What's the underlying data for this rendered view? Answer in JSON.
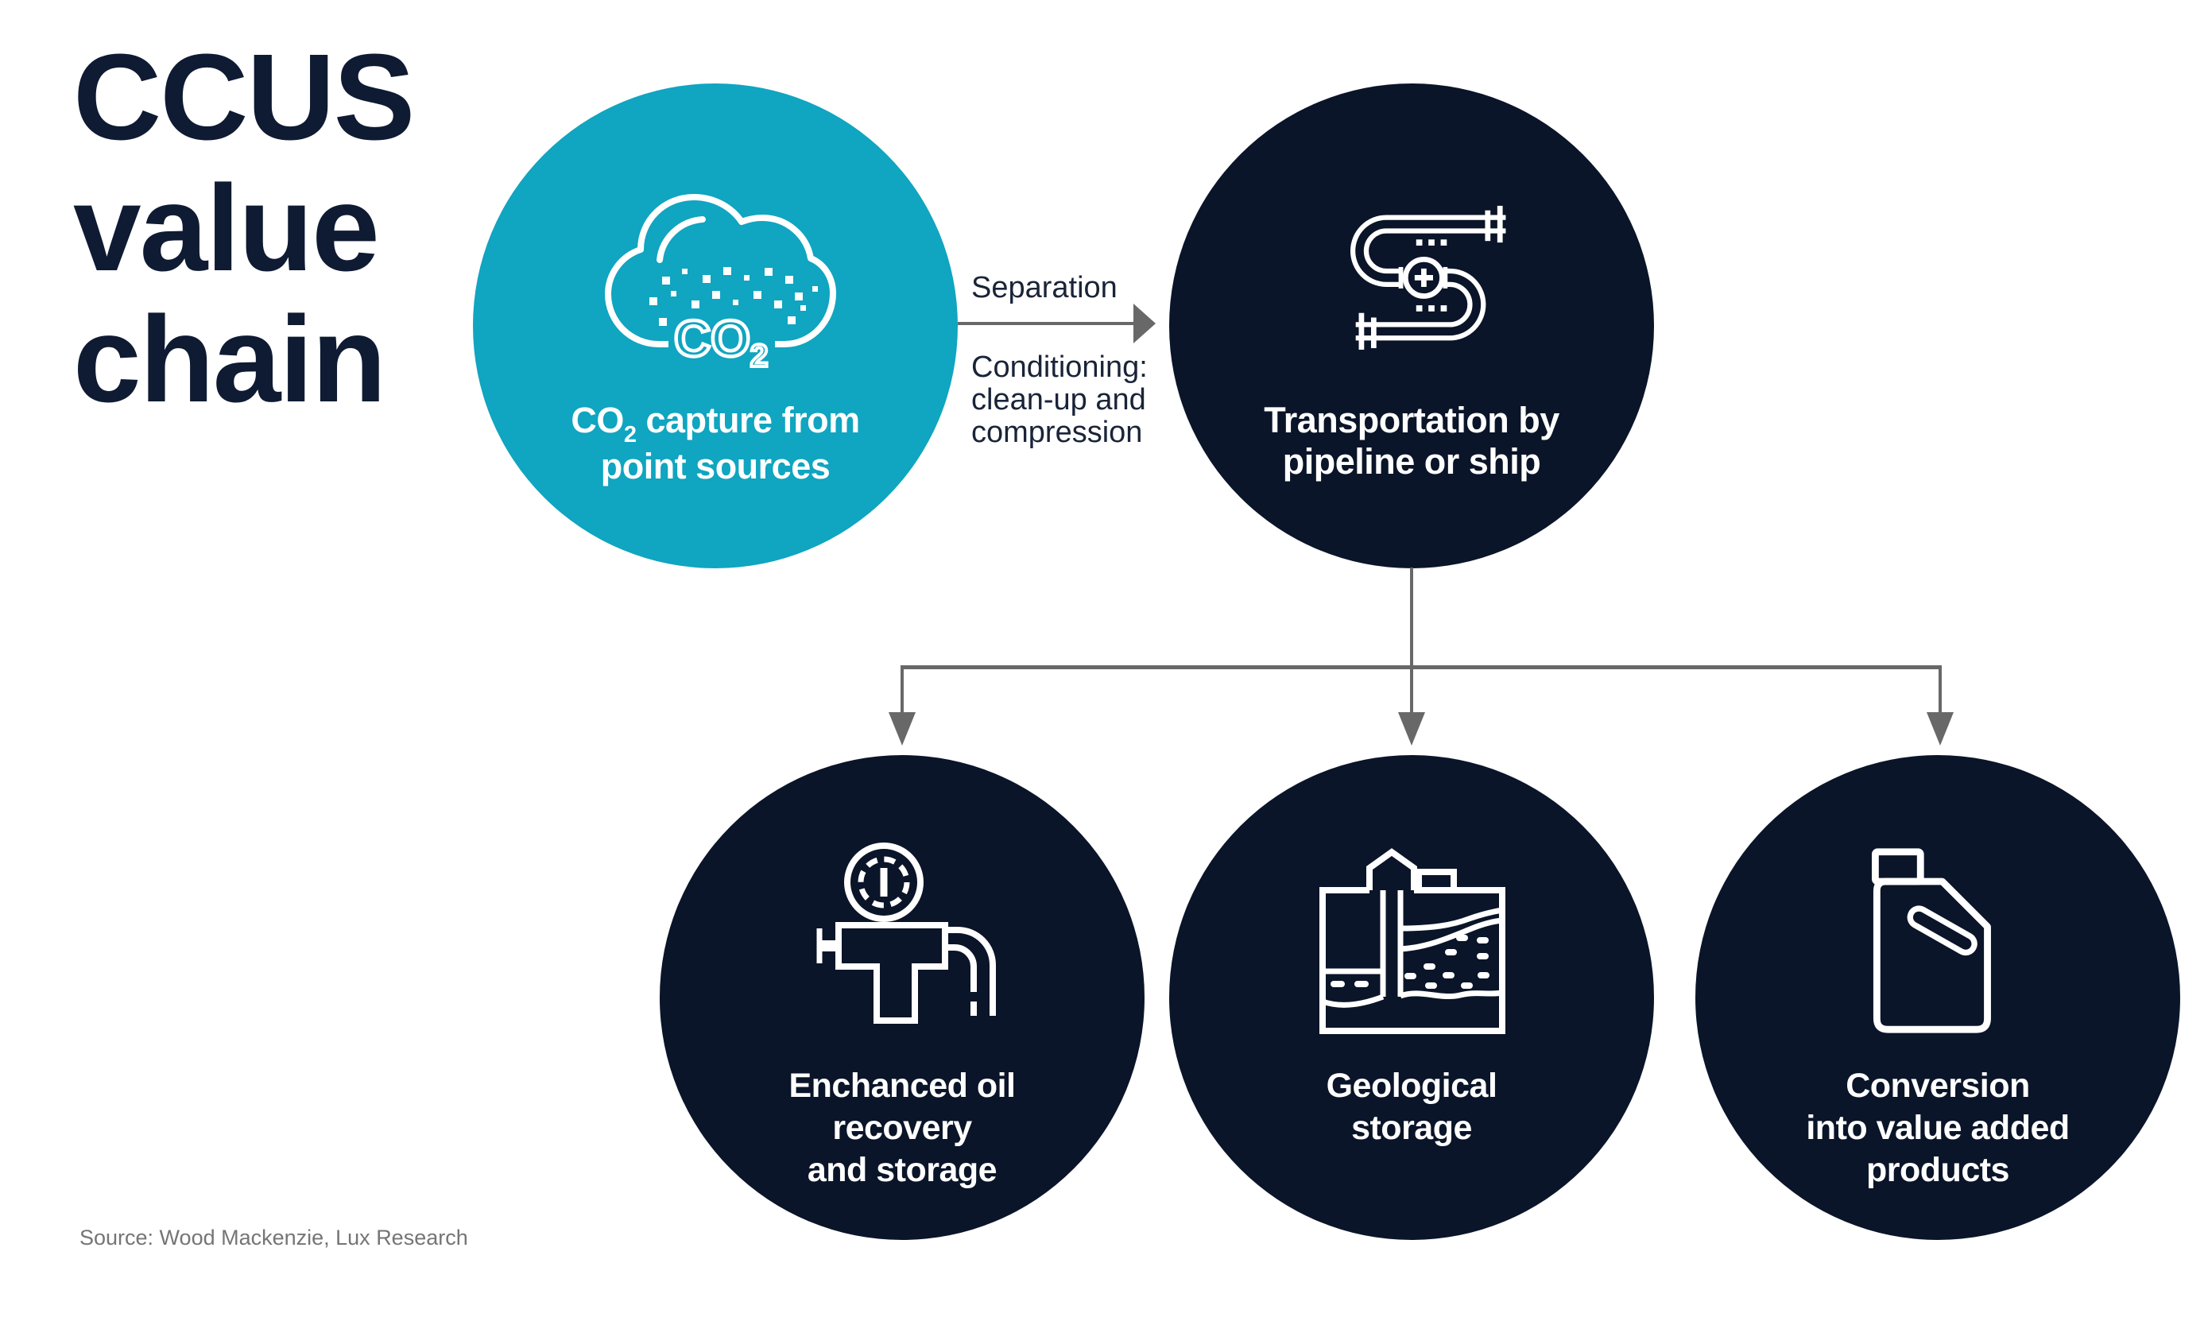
{
  "title": {
    "line1": "CCUS",
    "line2": "value",
    "line3": "chain"
  },
  "flow": {
    "step1_label": "Separation",
    "step2_line1": "Conditioning:",
    "step2_line2": "clean-up and",
    "step2_line3": "compression"
  },
  "nodes": {
    "capture": {
      "co": "CO",
      "sub": "2",
      "rest": " capture from",
      "line2": "point sources",
      "icon_co": "CO",
      "icon_sub": "2"
    },
    "transport": {
      "line1": "Transportation by",
      "line2": "pipeline or ship"
    },
    "eor": {
      "line1": "Enchanced oil",
      "line2": "recovery",
      "line3": "and storage"
    },
    "geo": {
      "line1": "Geological",
      "line2": "storage"
    },
    "conversion": {
      "line1": "Conversion",
      "line2": "into value added",
      "line3": "products"
    }
  },
  "icons": {
    "capture": "co2-cloud-icon",
    "transport": "pipeline-icon",
    "eor": "oil-wellhead-gauge-icon",
    "geo": "geological-storage-icon",
    "conversion": "jerrycan-icon"
  },
  "source": "Source: Wood Mackenzie, Lux Research",
  "colors": {
    "teal": "#10a5c0",
    "navy": "#0b1529",
    "title_navy": "#0f1b33",
    "flow_text": "#1a2438",
    "arrow_gray": "#686868",
    "source_gray": "#757575",
    "white": "#ffffff"
  }
}
